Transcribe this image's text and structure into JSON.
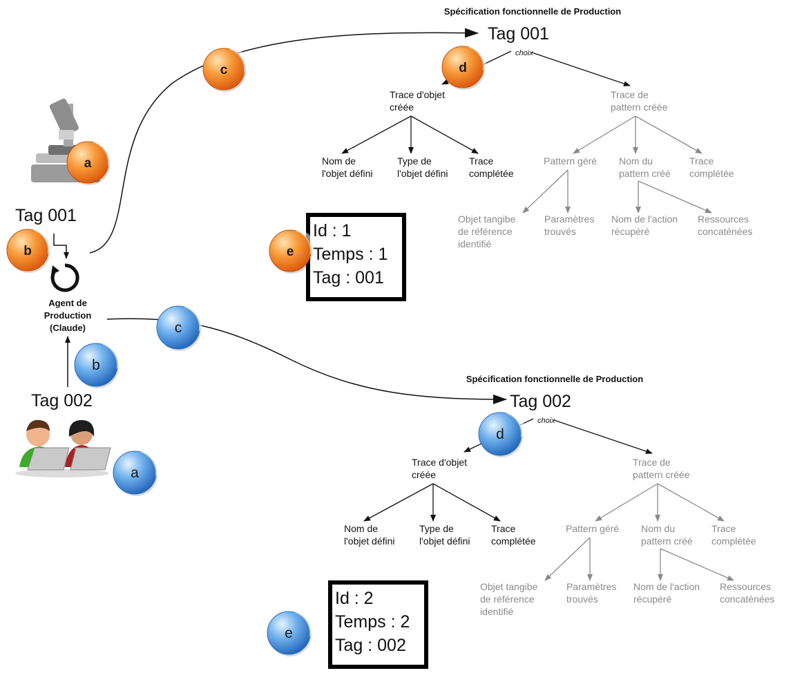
{
  "colors": {
    "orange": "#f07a1c",
    "blue": "#3a86d6",
    "dark": "#111111",
    "grey": "#8a8a8a"
  },
  "actors": {
    "tag_top": "Tag 001",
    "tag_bottom": "Tag 002",
    "agent_line1": "Agent de",
    "agent_line2": "Production",
    "agent_line3": "(Claude)",
    "microscope_icon": "microscope-icon",
    "people_icon": "users-at-laptops-icon",
    "agent_icon": "circular-arrow-icon"
  },
  "spec1": {
    "title": "Spécification fonctionnelle de Production",
    "tag": "Tag 001",
    "choice": "choix",
    "left_node": [
      "Trace d'objet",
      "créée"
    ],
    "right_node": [
      "Trace de",
      "pattern créée"
    ],
    "left_children": [
      [
        "Nom de",
        "l'objet défini"
      ],
      [
        "Type de",
        "l'objet défini"
      ],
      [
        "Trace",
        "complétée"
      ]
    ],
    "right_children": [
      [
        "Pattern géré"
      ],
      [
        "Nom du",
        "pattern créé"
      ],
      [
        "Trace",
        "complétée"
      ]
    ],
    "pattern_children": [
      [
        "Objet tangibe",
        "de référence",
        "identifié"
      ],
      [
        "Paramètres",
        "trouvés"
      ]
    ],
    "name_children": [
      [
        "Nom de l'action",
        "récupéré"
      ],
      [
        "Ressources",
        "concaténées"
      ]
    ],
    "box": [
      "Id : 1",
      "Temps : 1",
      "Tag : 001"
    ]
  },
  "spec2": {
    "title": "Spécification fonctionnelle de Production",
    "tag": "Tag 002",
    "choice": "choix",
    "left_node": [
      "Trace d'objet",
      "créée"
    ],
    "right_node": [
      "Trace de",
      "pattern créée"
    ],
    "left_children": [
      [
        "Nom de",
        "l'objet défini"
      ],
      [
        "Type de",
        "l'objet défini"
      ],
      [
        "Trace",
        "complétée"
      ]
    ],
    "right_children": [
      [
        "Pattern géré"
      ],
      [
        "Nom du",
        "pattern créé"
      ],
      [
        "Trace",
        "complétée"
      ]
    ],
    "pattern_children": [
      [
        "Objet tangibe",
        "de référence",
        "identifié"
      ],
      [
        "Paramètres",
        "trouvés"
      ]
    ],
    "name_children": [
      [
        "Nom de l'action",
        "récupéré"
      ],
      [
        "Ressources",
        "concaténées"
      ]
    ],
    "box": [
      "Id : 2",
      "Temps : 2",
      "Tag : 002"
    ]
  },
  "badges": {
    "orange": [
      "a",
      "b",
      "c",
      "d",
      "e"
    ],
    "blue": [
      "a",
      "b",
      "c",
      "d",
      "e"
    ]
  }
}
